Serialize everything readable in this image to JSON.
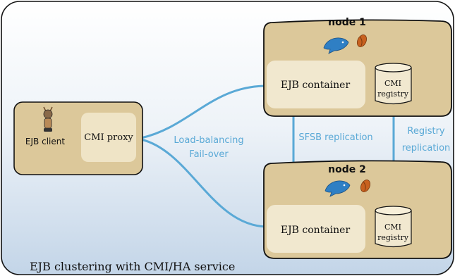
{
  "title": "EJB clustering with CMI/HA service",
  "client": {
    "label": "EJB client",
    "proxy_label": "CMI proxy"
  },
  "links": {
    "lb_line1": "Load-balancing",
    "lb_line2": "Fail-over",
    "sfsb": "SFSB replication",
    "registry_line1": "Registry",
    "registry_line2": "replication"
  },
  "nodes": [
    {
      "title": "node 1",
      "container_label": "EJB container",
      "registry_line1": "CMI",
      "registry_line2": "registry"
    },
    {
      "title": "node 2",
      "container_label": "EJB container",
      "registry_line1": "CMI",
      "registry_line2": "registry"
    }
  ],
  "colors": {
    "link_blue": "#5aa9d6",
    "node_fill": "#dcc89a",
    "inner_fill": "#f1e8cf",
    "bg_top": "#ffffff",
    "bg_bottom": "#c9d9ea"
  },
  "icons": {
    "client": "mascot-icon",
    "node_runtime": "dolphin-icon",
    "java": "coffee-bean-icon"
  }
}
